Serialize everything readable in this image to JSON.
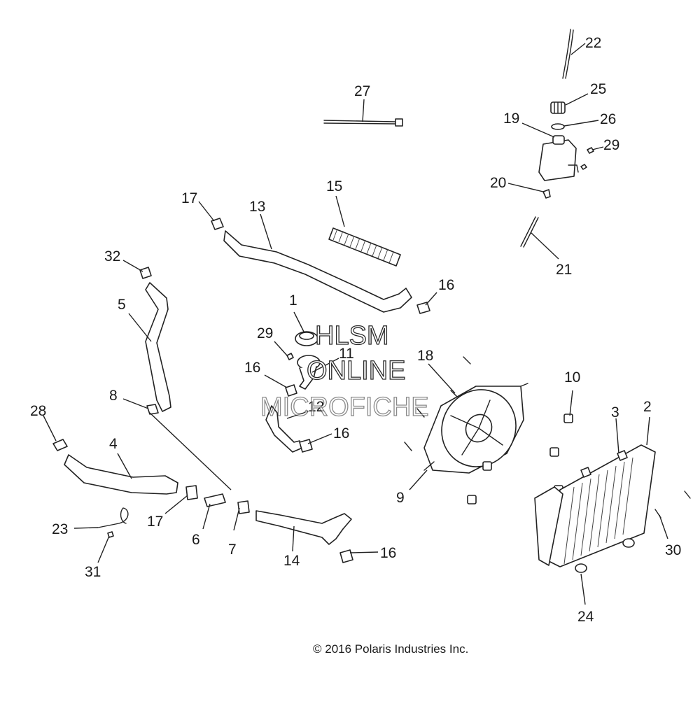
{
  "callouts": [
    "1",
    "2",
    "3",
    "4",
    "5",
    "6",
    "7",
    "8",
    "9",
    "10",
    "11",
    "12",
    "13",
    "14",
    "15",
    "16",
    "16",
    "16",
    "16",
    "17",
    "17",
    "18",
    "19",
    "20",
    "21",
    "22",
    "23",
    "24",
    "25",
    "26",
    "27",
    "28",
    "29",
    "29",
    "30",
    "31",
    "32"
  ],
  "watermark": {
    "line1": "HLSM",
    "line2": "ONLINE",
    "line3": "MICROFICHE"
  },
  "copyright": "© 2016 Polaris Industries Inc."
}
